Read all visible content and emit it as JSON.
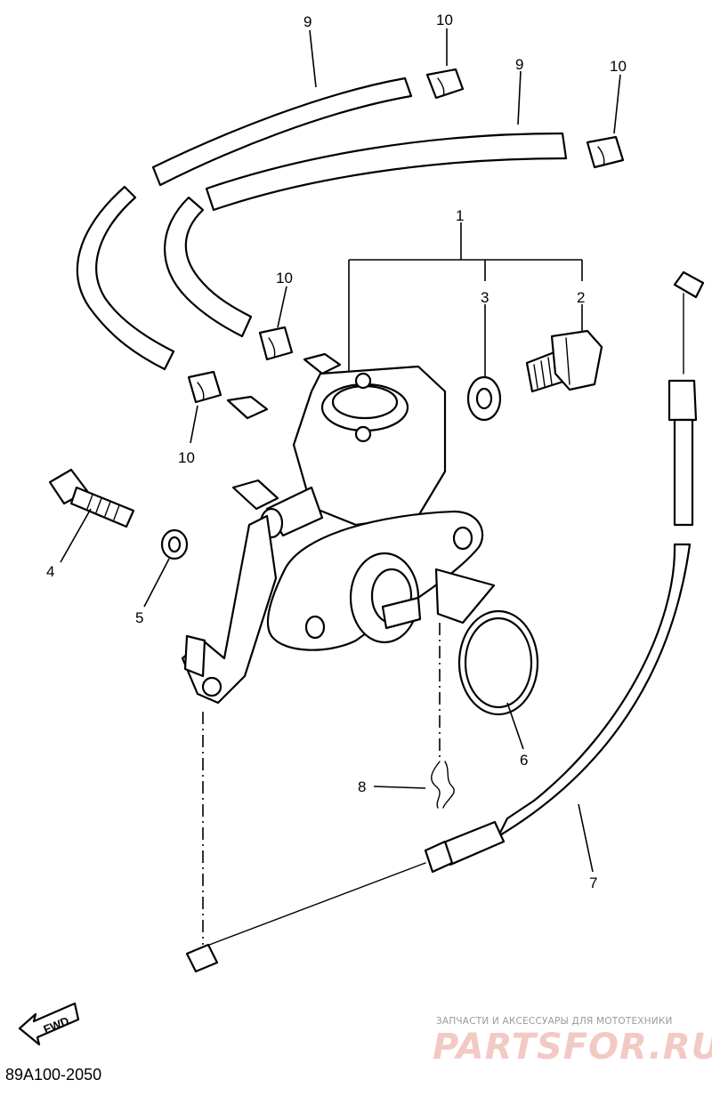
{
  "diagram": {
    "part_code": "89A100-2050",
    "fwd_label": "FWD",
    "callouts": {
      "c1": "1",
      "c2": "2",
      "c3": "3",
      "c4": "4",
      "c5": "5",
      "c6": "6",
      "c7": "7",
      "c8": "8",
      "c9a": "9",
      "c9b": "9",
      "c10a": "10",
      "c10b": "10",
      "c10c": "10",
      "c10d": "10"
    }
  },
  "watermark": {
    "tagline": "ЗАПЧАСТИ И АКСЕССУАРЫ ДЛЯ МОТОТЕХНИКИ",
    "brand": "PARTSFOR.RU"
  }
}
